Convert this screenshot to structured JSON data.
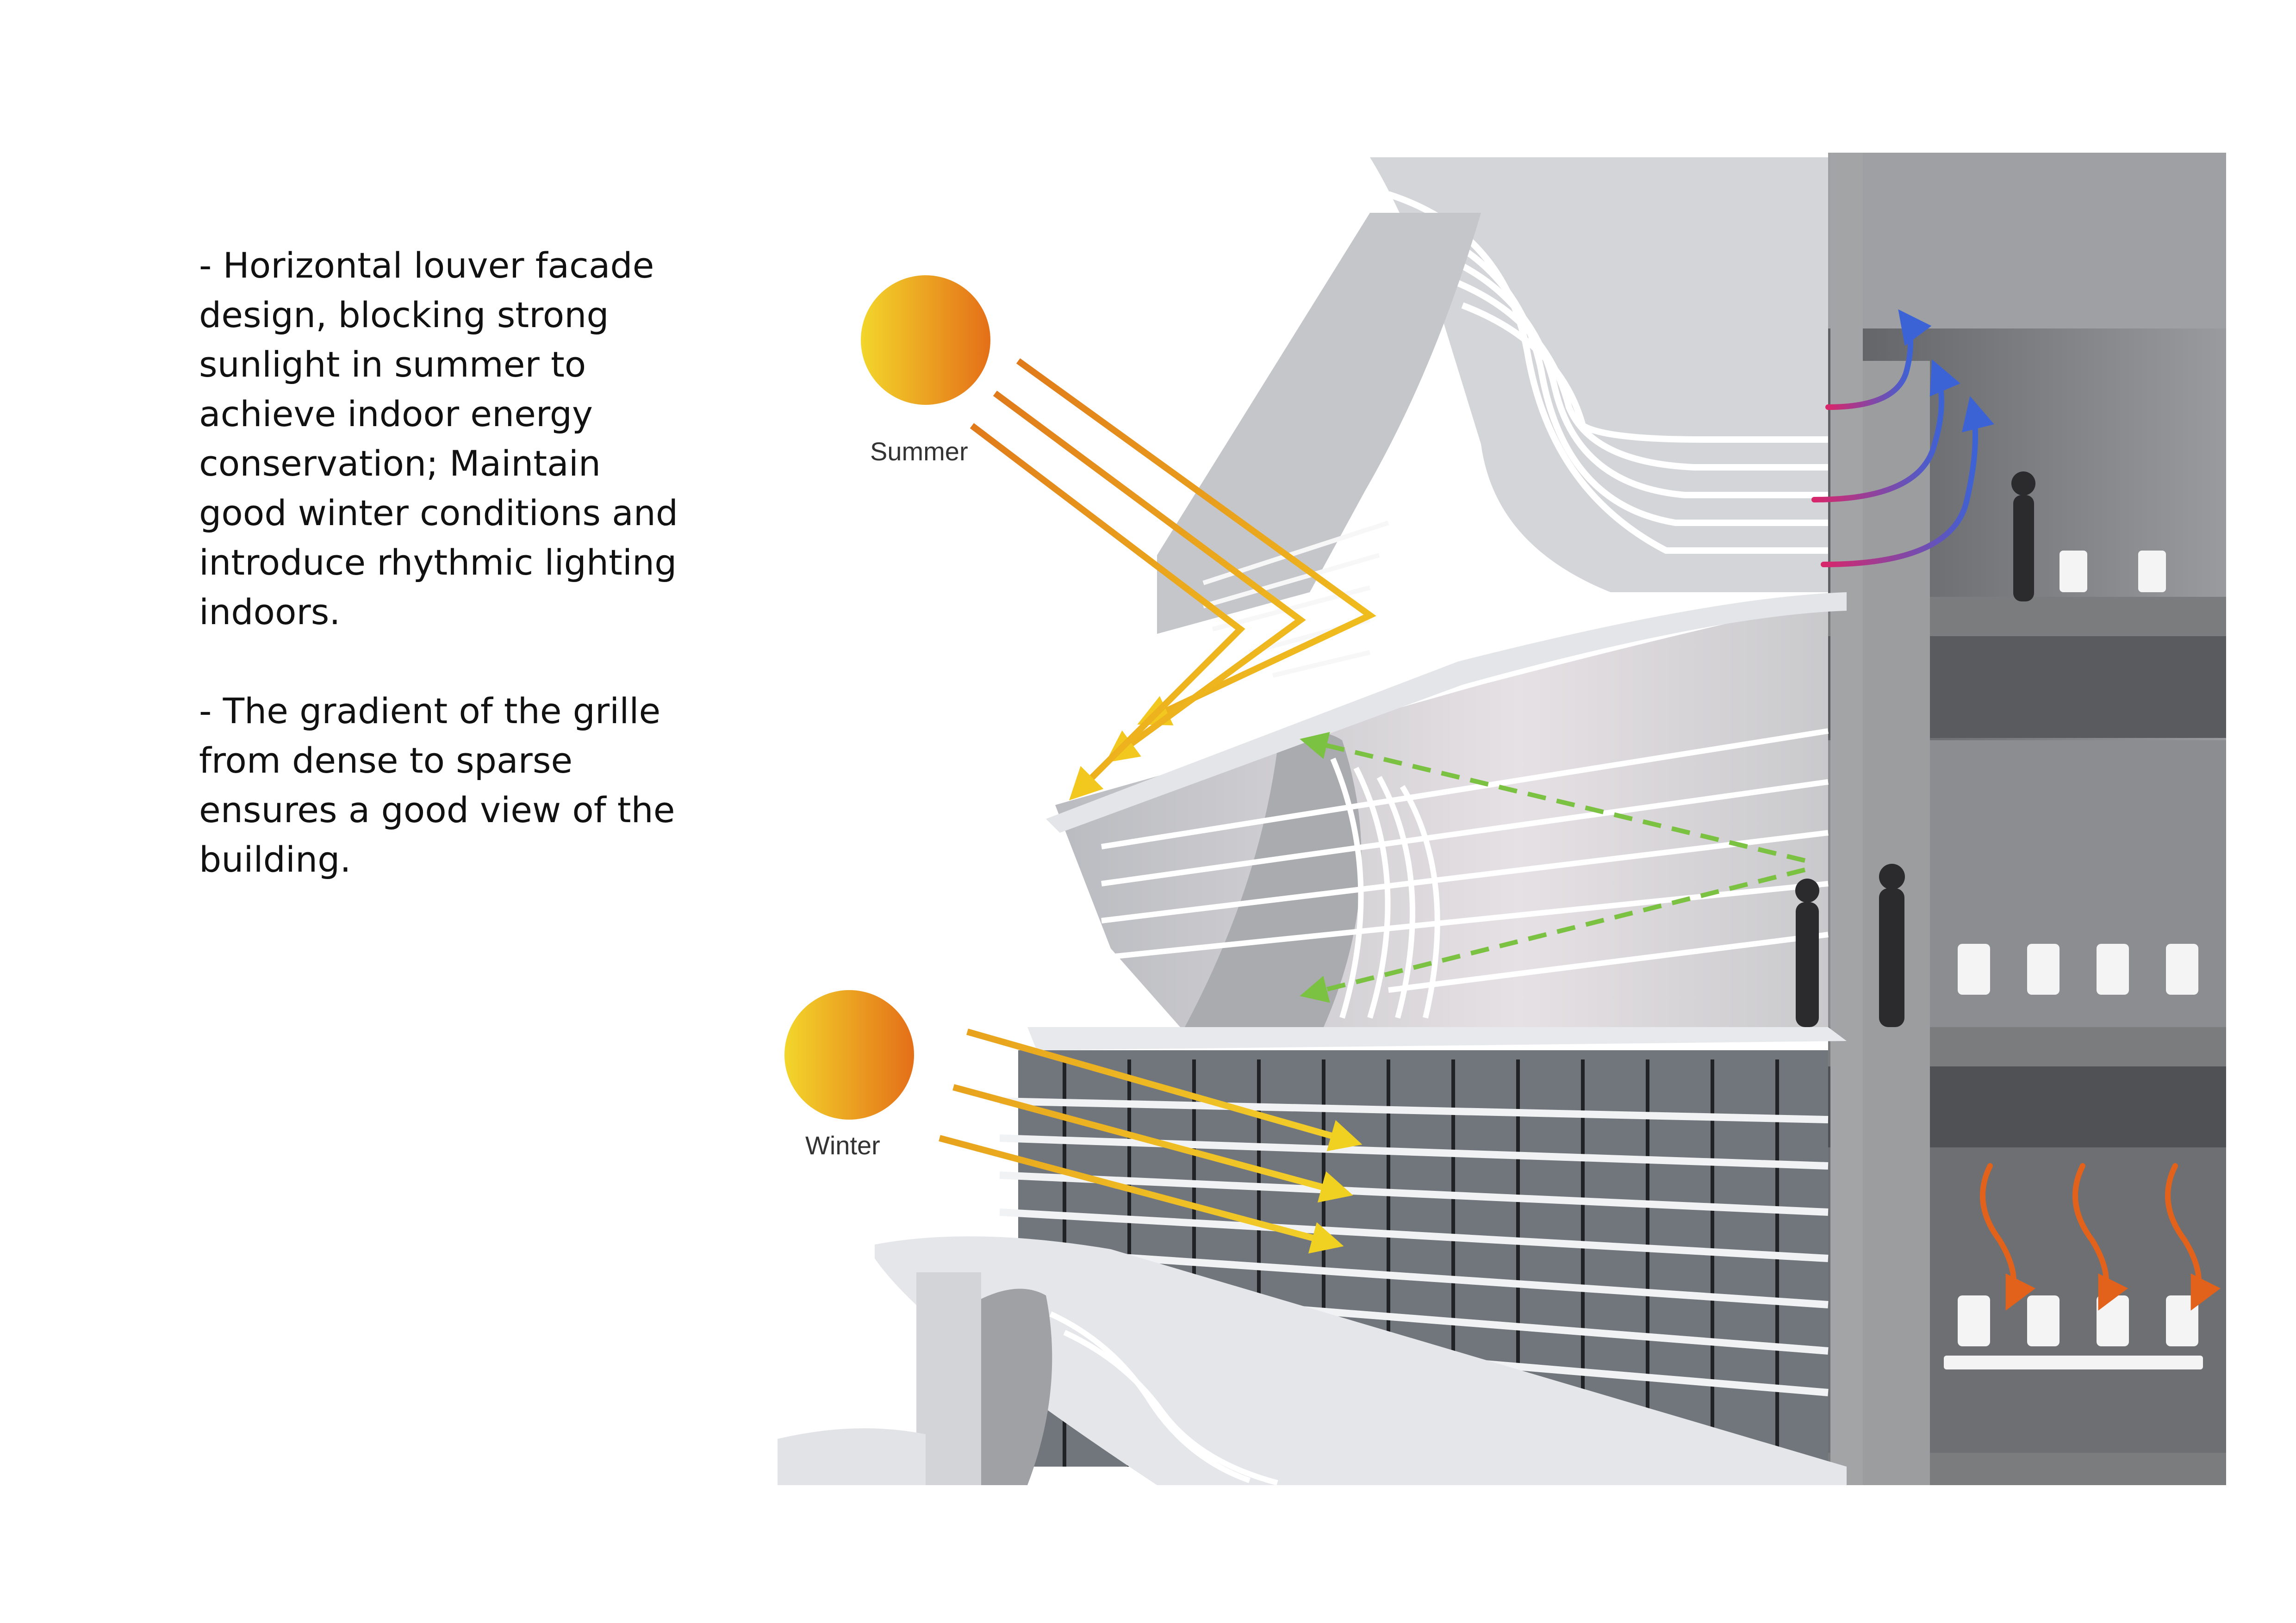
{
  "notes": {
    "para1": "- Horizontal louver facade design, blocking strong sunlight in summer to achieve indoor energy conservation; Maintain good winter conditions and introduce rhythmic lighting indoors.",
    "para2": "- The gradient of the grille from dense to sparse ensures a good view of the building."
  },
  "labels": {
    "summer": "Summer",
    "winter": "Winter"
  },
  "colors": {
    "sun_light": "#F1D12A",
    "sun_dark": "#E5741A",
    "summer_ray": "#E8951F",
    "winter_ray": "#EFC41E",
    "view_line": "#7BC142",
    "warm_air": "#E2621C",
    "cool_air": "#3C63D6",
    "concrete": "#8E8F90",
    "louver": "#ECEDEF"
  },
  "icons": {
    "summer_sun": "sun-icon",
    "winter_sun": "sun-icon"
  }
}
